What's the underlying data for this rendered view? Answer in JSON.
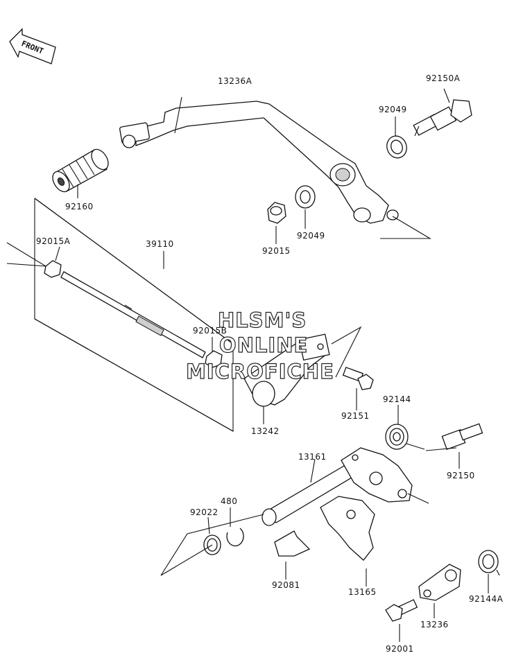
{
  "orientation_label": "FRONT",
  "watermark": [
    "HLSM'S",
    "ONLINE",
    "MICROFICHE"
  ],
  "parts": [
    {
      "id": "p-13236A",
      "label": "13236A"
    },
    {
      "id": "p-92150A",
      "label": "92150A"
    },
    {
      "id": "p-92049-top",
      "label": "92049"
    },
    {
      "id": "p-92160",
      "label": "92160"
    },
    {
      "id": "p-92015",
      "label": "92015"
    },
    {
      "id": "p-92049-mid",
      "label": "92049"
    },
    {
      "id": "p-92015A",
      "label": "92015A"
    },
    {
      "id": "p-39110",
      "label": "39110"
    },
    {
      "id": "p-92015B",
      "label": "92015B"
    },
    {
      "id": "p-13242",
      "label": "13242"
    },
    {
      "id": "p-92151",
      "label": "92151"
    },
    {
      "id": "p-92144",
      "label": "92144"
    },
    {
      "id": "p-13161",
      "label": "13161"
    },
    {
      "id": "p-92150",
      "label": "92150"
    },
    {
      "id": "p-480",
      "label": "480"
    },
    {
      "id": "p-92022",
      "label": "92022"
    },
    {
      "id": "p-92081",
      "label": "92081"
    },
    {
      "id": "p-13165",
      "label": "13165"
    },
    {
      "id": "p-92144A",
      "label": "92144A"
    },
    {
      "id": "p-13236",
      "label": "13236"
    },
    {
      "id": "p-92001",
      "label": "92001"
    }
  ]
}
